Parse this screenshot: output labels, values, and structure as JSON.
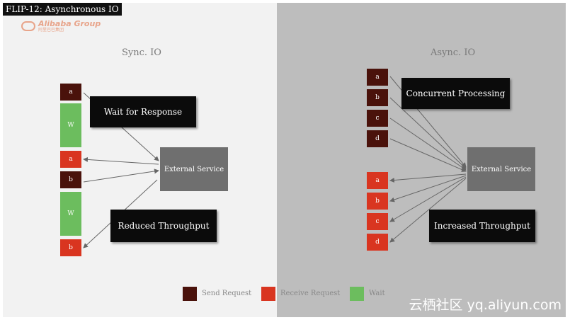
{
  "title": "FLIP-12: Asynchronous IO",
  "logo": {
    "text": "Alibaba Group",
    "subtext": "阿里巴巴集团"
  },
  "sync": {
    "heading": "Sync. IO",
    "boxes": [
      "a",
      "W",
      "a",
      "b",
      "W",
      "b"
    ],
    "service": "External Service",
    "callout_wait": "Wait for Response",
    "callout_reduced": "Reduced Throughput"
  },
  "async": {
    "heading": "Async. IO",
    "send": [
      "a",
      "b",
      "c",
      "d"
    ],
    "recv": [
      "a",
      "b",
      "c",
      "d"
    ],
    "service": "External Service",
    "callout_concurrent": "Concurrent Processing",
    "callout_increased": "Increased Throughput"
  },
  "legend": {
    "send": "Send Request",
    "receive": "Receive Request",
    "wait": "Wait"
  },
  "colors": {
    "send": "#4a120b",
    "receive": "#d93520",
    "wait": "#6cbd5e",
    "service": "#6f6f6f"
  },
  "watermark": "云栖社区 yq.aliyun.com"
}
